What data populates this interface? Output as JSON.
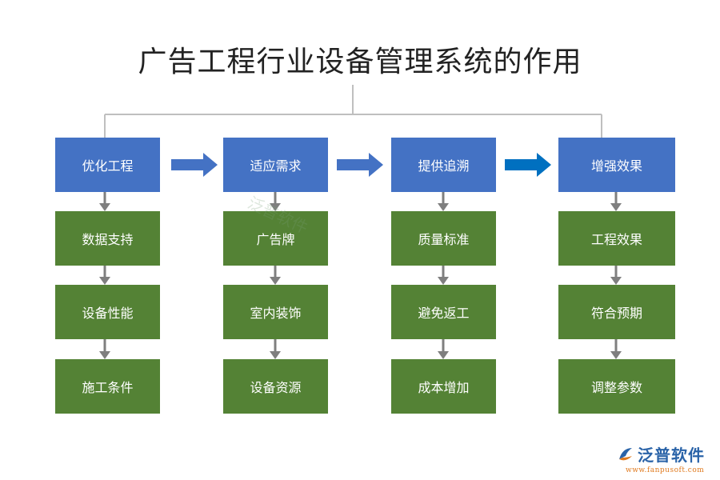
{
  "title": "广告工程行业设备管理系统的作用",
  "columns": [
    {
      "head": "优化工程",
      "items": [
        "数据支持",
        "设备性能",
        "施工条件"
      ]
    },
    {
      "head": "适应需求",
      "items": [
        "广告牌",
        "室内装饰",
        "设备资源"
      ]
    },
    {
      "head": "提供追溯",
      "items": [
        "质量标准",
        "避免返工",
        "成本增加"
      ]
    },
    {
      "head": "增强效果",
      "items": [
        "工程效果",
        "符合预期",
        "调整参数"
      ]
    }
  ],
  "colors": {
    "head_box": "#4472c4",
    "item_box": "#548235",
    "arrow_right": "#4472c4",
    "arrow_right_last": "#0070c0",
    "arrow_down": "#7f7f7f",
    "connector_line": "#bfbfbf"
  },
  "watermark": "泛普软件",
  "brand": {
    "name": "泛普软件",
    "url": "www.fanpusoft.com"
  }
}
